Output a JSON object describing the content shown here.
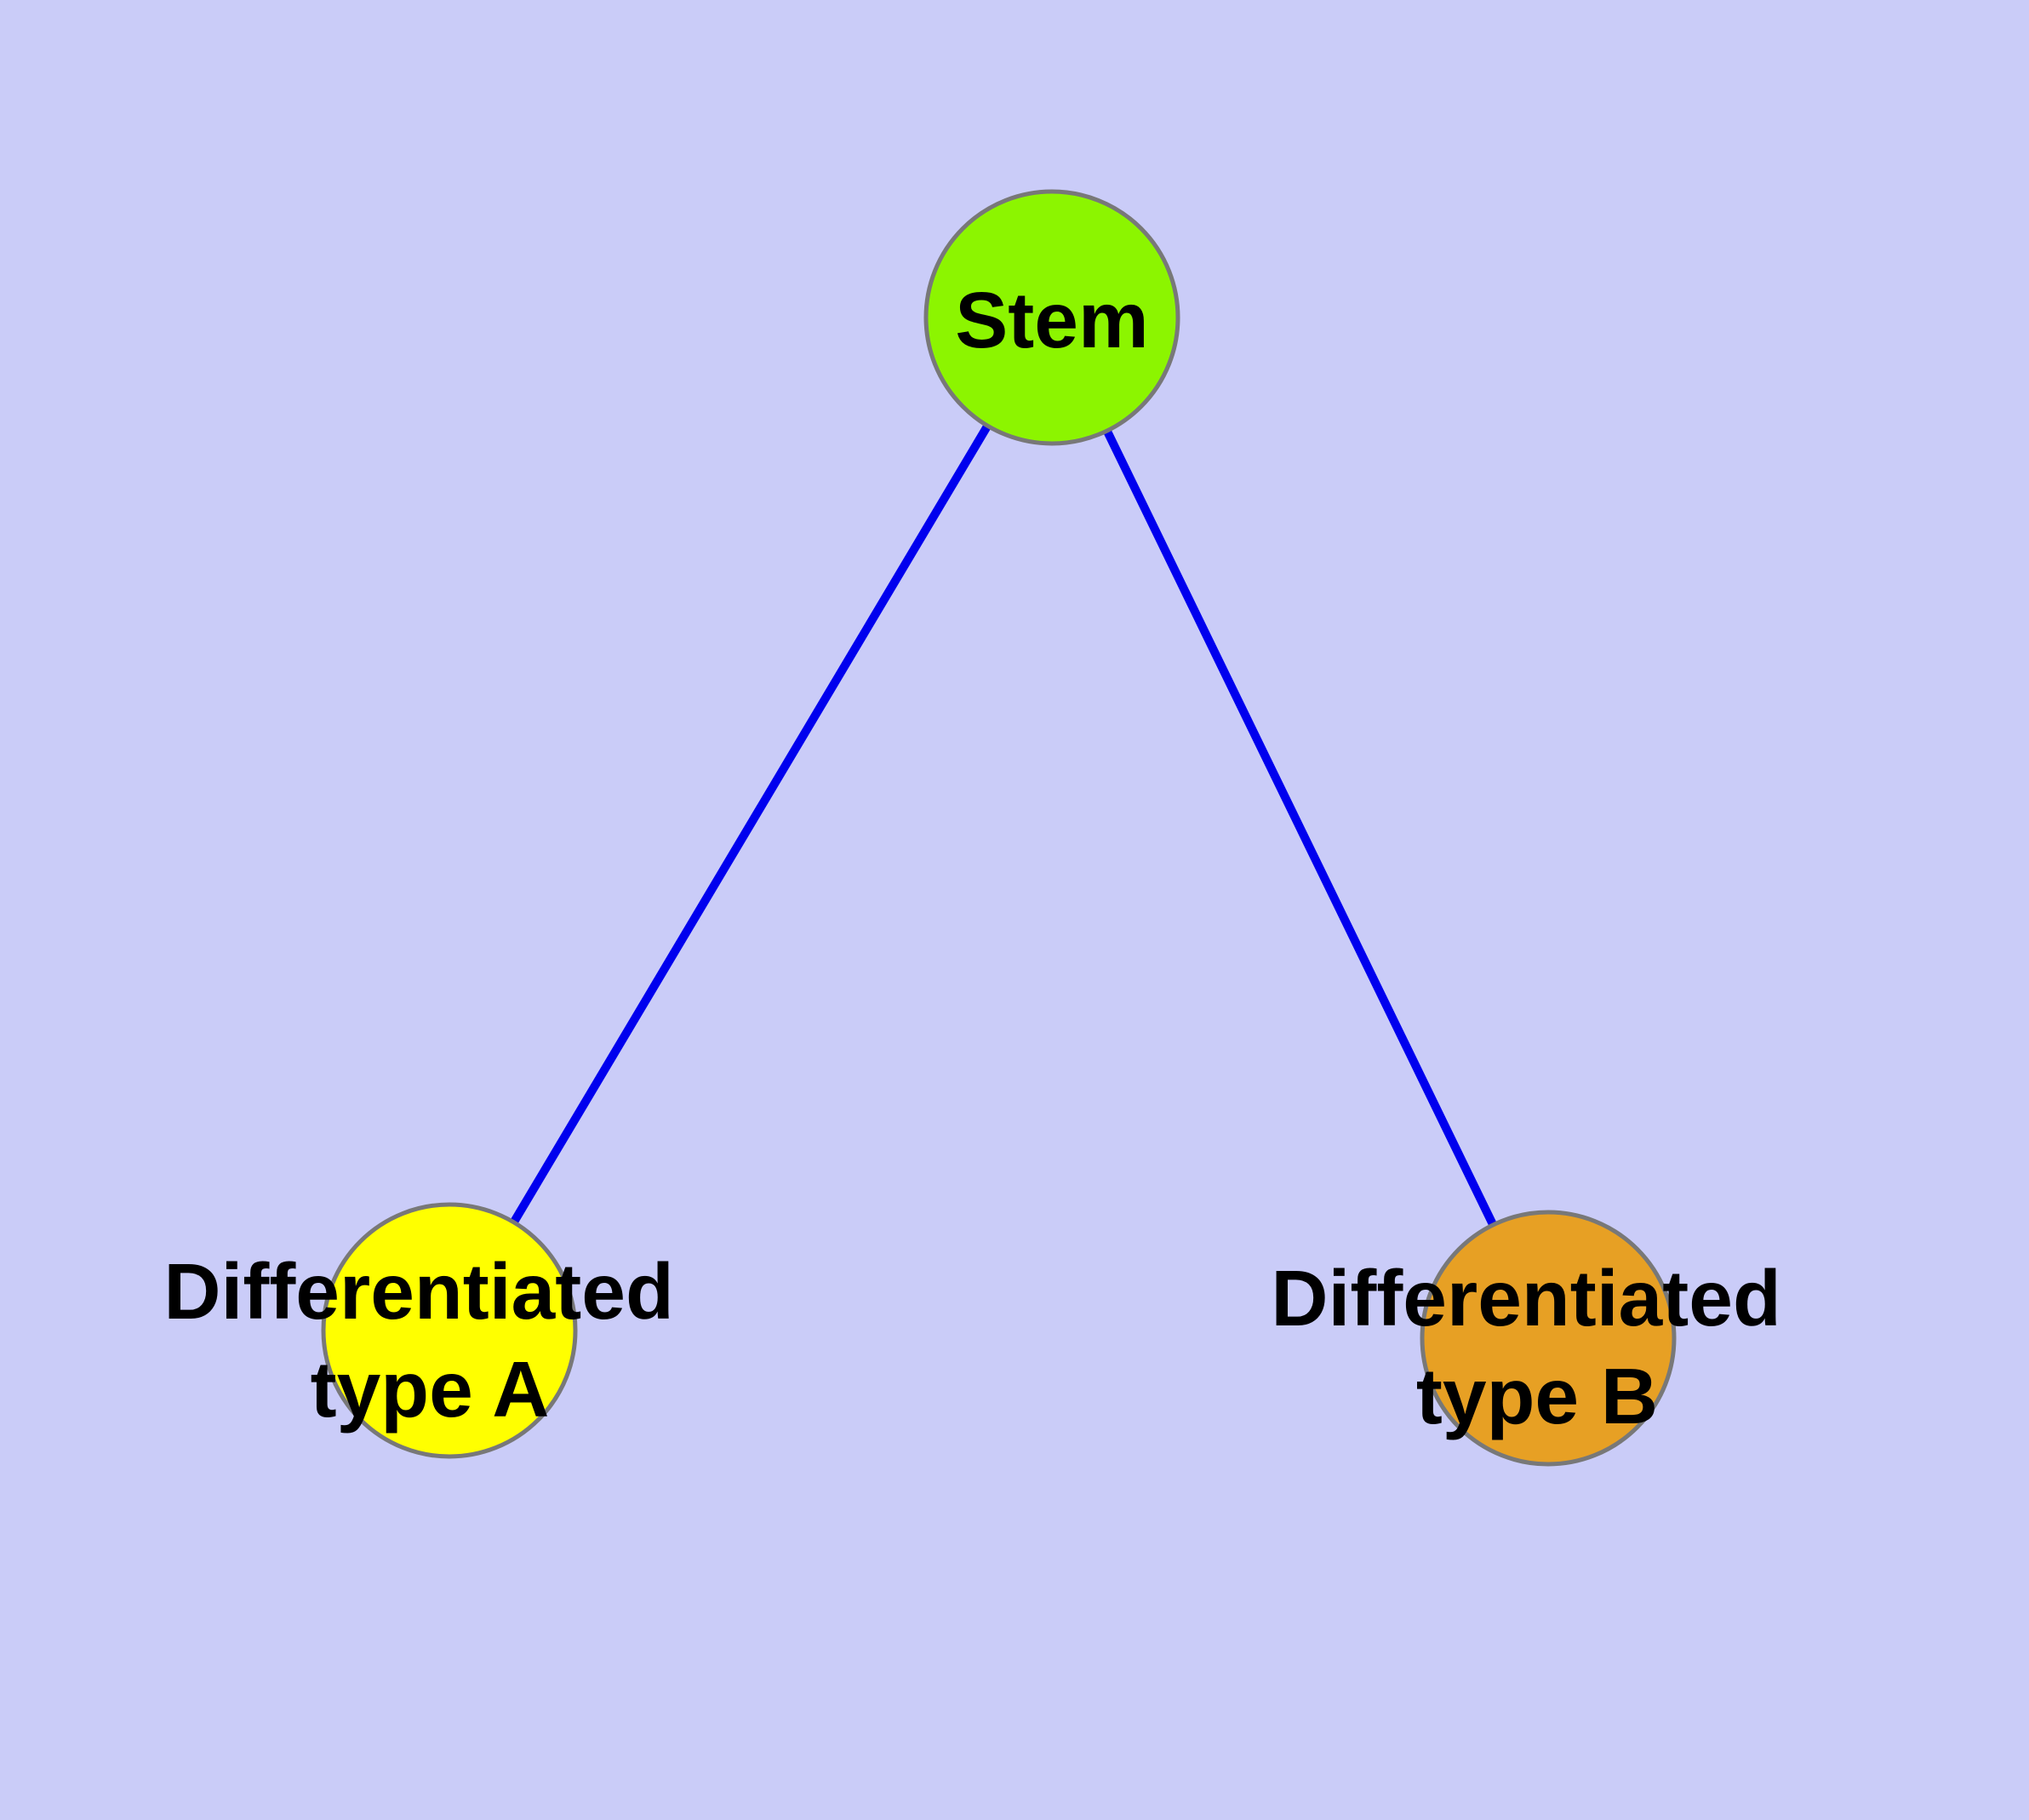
{
  "diagram": {
    "type": "node-link-graph",
    "background_color": "#CACCF8",
    "edge_color": "#0000EE",
    "node_border_color": "#787878",
    "text_color": "#000000",
    "nodes": [
      {
        "id": "stem",
        "label": "Stem",
        "color": "#8CF500"
      },
      {
        "id": "differentiated-type-a",
        "label": "Differentiated type A",
        "line1": "Differentiated",
        "line2": "type A",
        "color": "#FFFF00"
      },
      {
        "id": "differentiated-type-b",
        "label": "Differentiated type B",
        "line1": "Differentiated",
        "line2": "type B",
        "color": "#E7A024"
      }
    ],
    "edges": [
      {
        "source": "Stem",
        "target": "Differentiated type A"
      },
      {
        "source": "Stem",
        "target": "Differentiated type B"
      }
    ]
  }
}
